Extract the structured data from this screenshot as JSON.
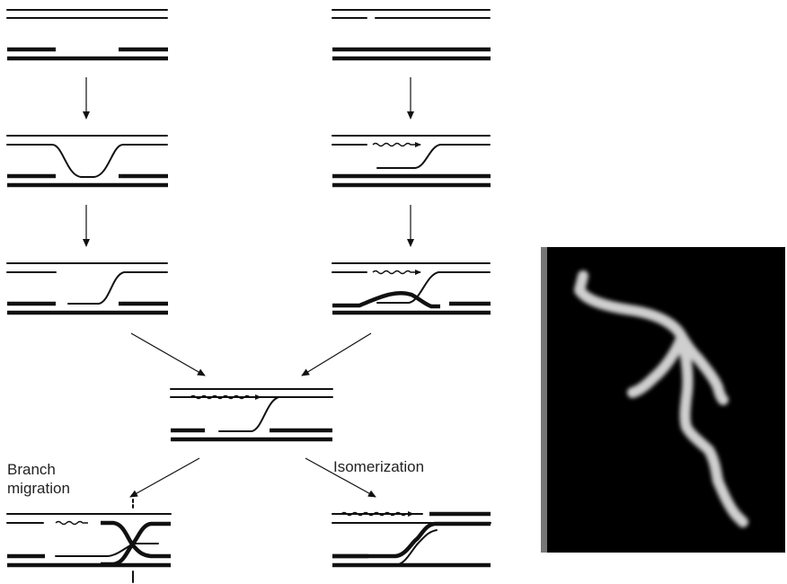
{
  "labels": {
    "branch_migration": "Branch\nmigration",
    "isomerization": "Isomerization"
  },
  "figure": {
    "left_pathway_steps": 3,
    "right_pathway_steps": 3,
    "merged_intermediate": 1,
    "outcomes": 2
  },
  "micrograph": {
    "description_icon": "dna-molecule-micrograph",
    "background_color": "#000000",
    "strand_color": "#cfcfcf"
  },
  "colors": {
    "line": "#111111",
    "frame": "#777777"
  }
}
